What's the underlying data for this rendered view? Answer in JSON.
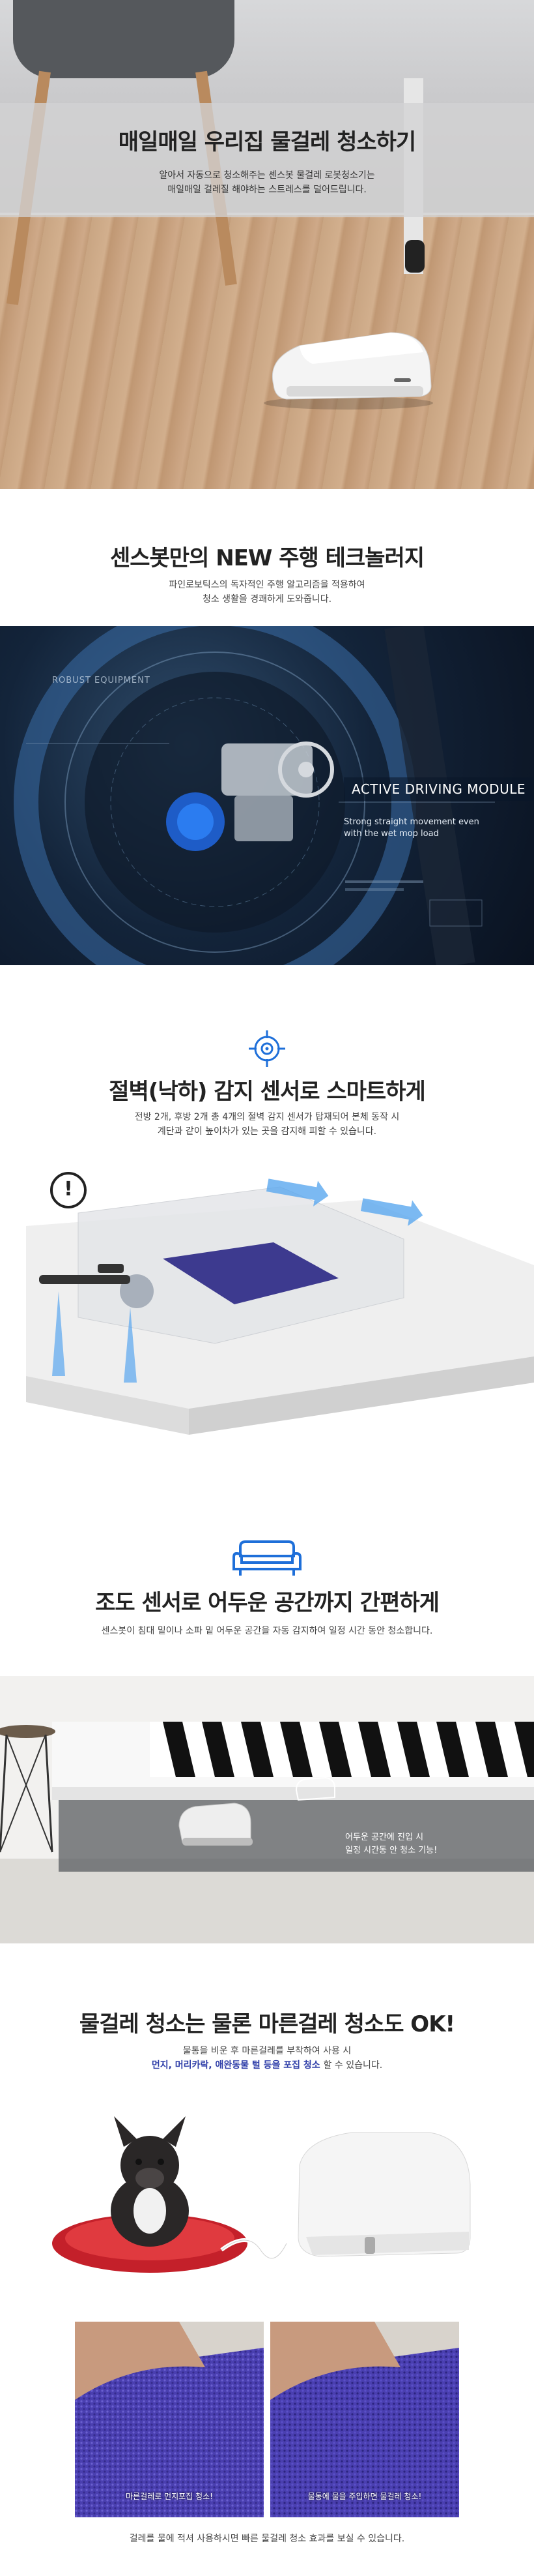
{
  "hero": {
    "title": "매일매일 우리집 물걸레 청소하기",
    "desc_line1": "알아서 자동으로 청소해주는 센스봇 물걸레 로봇청소기는",
    "desc_line2": "매일매일 걸레질 해야하는 스트레스를 덜어드립니다."
  },
  "tech": {
    "title": "센스봇만의 NEW 주행 테크놀러지",
    "desc_line1": "파인로보틱스의 독자적인 주행 알고리즘을 적용하여",
    "desc_line2": "청소 생활을 경쾌하게 도와줍니다.",
    "robust_label": "ROBUST EQUIPMENT",
    "module_title": "ACTIVE DRIVING MODULE",
    "module_sub_line1": "Strong straight movement even",
    "module_sub_line2": "with the wet mop load"
  },
  "cliff": {
    "title": "절벽(낙하) 감지 센서로 스마트하게",
    "desc_line1": "전방 2개, 후방 2개 총 4개의 절벽 감지 센서가 탑재되어 본체 동작 시",
    "desc_line2": "계단과 같이 높이차가 있는 곳을 감지해 피할 수 있습니다.",
    "alert_glyph": "!"
  },
  "light": {
    "title": "조도 센서로 어두운 공간까지 간편하게",
    "desc": "센스봇이 침대 밑이나 소파 밑 어두운 공간을 자동 감지하여 일정 시간 동안 청소합니다.",
    "note_line1": "어두운 공간에 진입 시",
    "note_line2": "일정 시간동 안 청소 기능!"
  },
  "mop": {
    "title": "물걸레 청소는 물론 마른걸레 청소도 OK!",
    "desc_line1": "물통을 비운 후 마른걸레를 부착하여 사용 시",
    "desc_highlight": "먼지, 머리카락, 애완동물 털 등을 포집 청소",
    "desc_rest": "할 수 있습니다.",
    "caption_left": "마른걸레로 먼지포집 청소!",
    "caption_right": "물통에 물을 주입하면 물걸레 청소!",
    "foot": "걸레를 물에 적셔 사용하시면 빠른 물걸레 청소 효과를 보실 수 있습니다."
  },
  "colors": {
    "accent_blue": "#1e6fd9",
    "highlight_blue": "#2f3ea8",
    "arrow_blue": "#5aa7ef",
    "mop_purple": "#4a3fb0"
  }
}
